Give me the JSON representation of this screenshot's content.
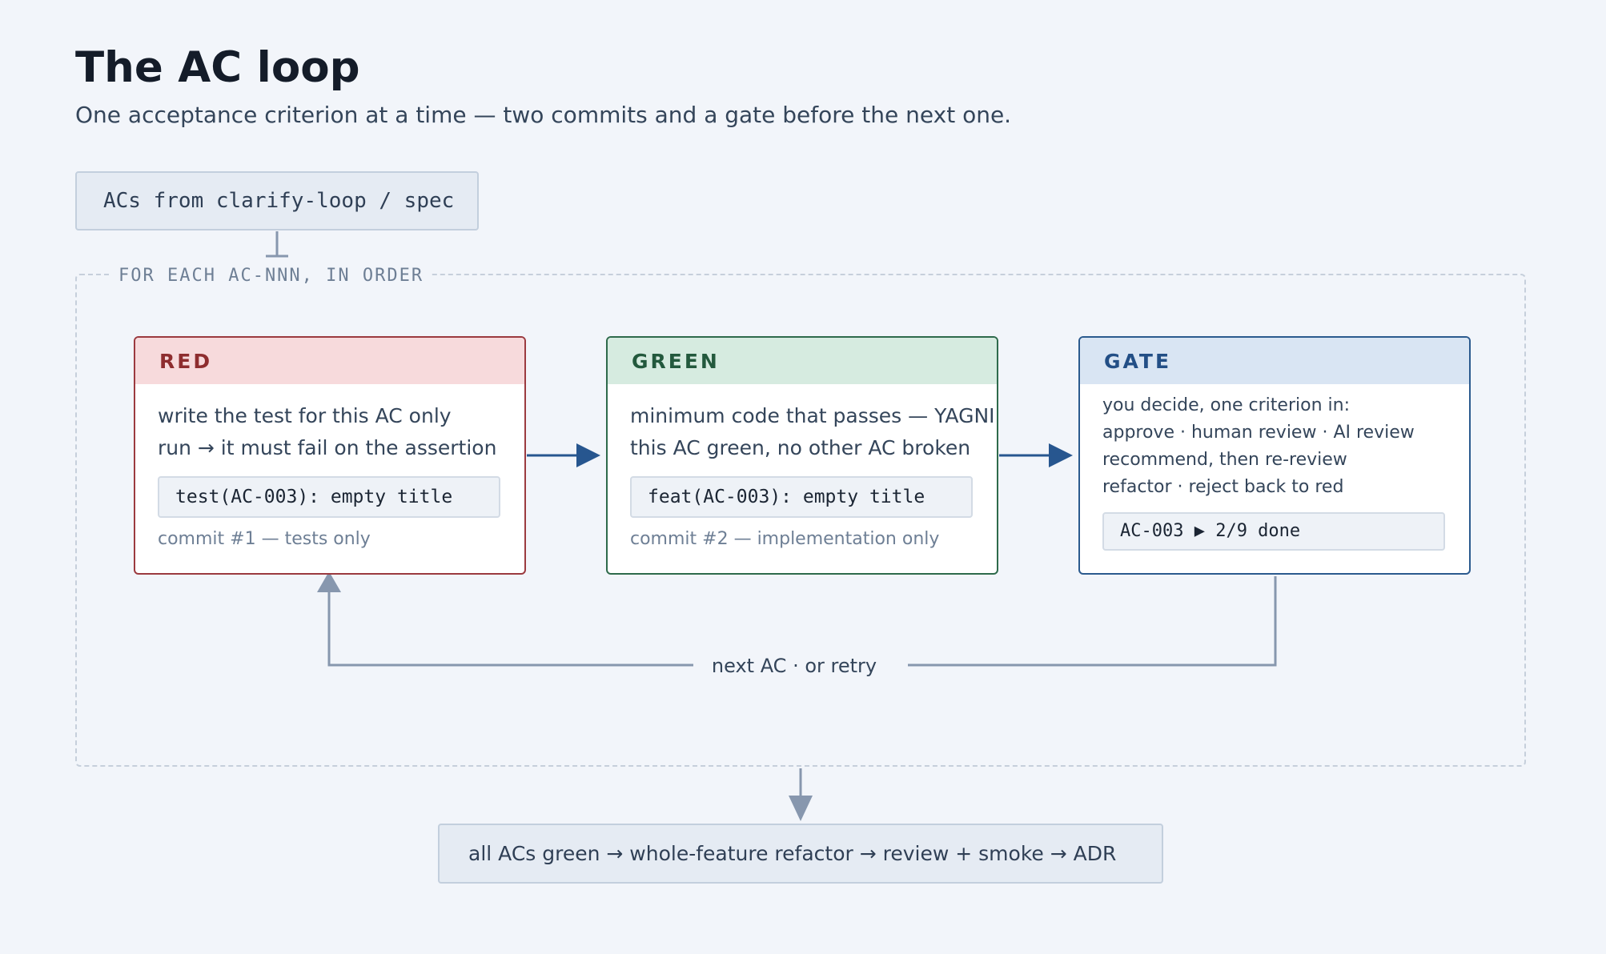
{
  "page": {
    "title": "The AC loop",
    "subtitle": "One acceptance criterion at a time — two commits and a gate before the next one."
  },
  "source": {
    "label": "ACs from clarify-loop / spec"
  },
  "loop": {
    "label": "FOR EACH AC-NNN, IN ORDER"
  },
  "cards": {
    "red": {
      "header": "RED",
      "lines": [
        "write the test for this AC only",
        "run → it must fail on the assertion"
      ],
      "commit": "test(AC-003): empty title",
      "note": "commit #1 — tests only"
    },
    "green": {
      "header": "GREEN",
      "lines": [
        "minimum code that passes — YAGNI",
        "this AC green, no other AC broken"
      ],
      "commit": "feat(AC-003): empty title",
      "note": "commit #2 — implementation only"
    },
    "gate": {
      "header": "GATE",
      "lines": [
        "you decide, one criterion in:",
        "approve · human review · AI review",
        "recommend, then re-review",
        "refactor · reject back to red"
      ],
      "progress": "AC-003 ▶ 2/9 done"
    }
  },
  "feedback": {
    "label": "next AC · or retry"
  },
  "final": {
    "label": "all ACs green → whole-feature refactor → review + smoke → ADR"
  },
  "colors": {
    "background": "#f2f5fa",
    "red_border": "#9b3a3f",
    "green_border": "#2e6a4b",
    "gate_border": "#2b5a8e",
    "connector": "#8797ae",
    "arrow": "#27568f"
  }
}
